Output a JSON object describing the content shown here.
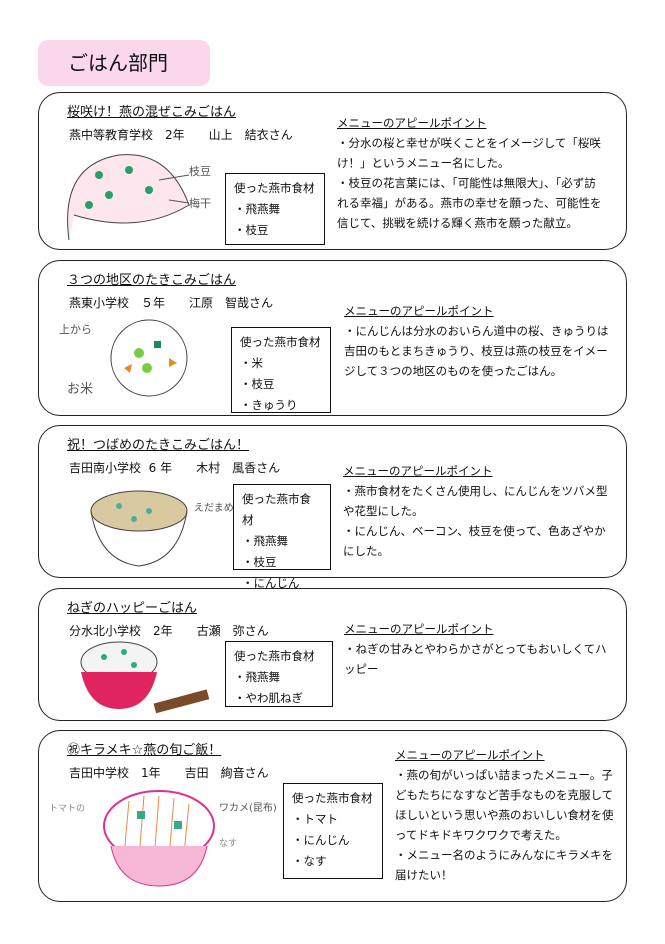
{
  "section_title": "ごはん部門",
  "appeal_heading": "メニューのアピールポイント",
  "ingredients_heading": "使った燕市食材",
  "entries": [
    {
      "title": "桜咲け！燕の混ぜこみごはん",
      "author": "燕中等教育学校　2年　　山上　結衣さん",
      "ingredients": [
        "・飛燕舞",
        "・枝豆"
      ],
      "appeal": [
        "・分水の桜と幸せが咲くことをイメージして「桜咲け！」というメニュー名にした。",
        "・枝豆の花言葉には、「可能性は無限大」、「必ず訪れる幸福」がある。燕市の幸せを願った、可能性を信じて、挑戦を続ける輝く燕市を願った献立。"
      ]
    },
    {
      "title": "３つの地区のたきこみごはん",
      "author": "燕東小学校　５年　　江原　智哉さん",
      "ingredients": [
        "・米",
        "・枝豆",
        "・きゅうり"
      ],
      "appeal": [
        "・にんじんは分水のおいらん道中の桜、きゅうりは吉田のもとまちきゅうり、枝豆は燕の枝豆をイメージして３つの地区のものを使ったごはん。"
      ]
    },
    {
      "title": "祝！つばめのたきこみごはん！",
      "author": "吉田南小学校  6 年　　木村　風香さん",
      "ingredients": [
        "・飛燕舞",
        "・枝豆",
        "・にんじん"
      ],
      "appeal": [
        "・燕市食材をたくさん使用し、にんじんをツバメ型や花型にした。",
        "・にんじん、ベーコン、枝豆を使って、色あざやかにした。"
      ]
    },
    {
      "title": "ねぎのハッピーごはん",
      "author": "分水北小学校　2年　　古瀬　弥さん",
      "ingredients": [
        "・飛燕舞",
        "・やわ肌ねぎ"
      ],
      "appeal": [
        "・ねぎの甘みとやわらかさがとってもおいしくてハッピー"
      ]
    },
    {
      "title": "㊗キラメキ☆燕の旬ご飯！",
      "author": "吉田中学校　1年　　吉田　絢音さん",
      "ingredients": [
        "・トマト",
        "・にんじん",
        "・なす"
      ],
      "appeal": [
        "・燕の旬がいっぱい詰まったメニュー。子どもたちになすなど苦手なものを克服してほしいという思いや燕のおいしい食材を使ってドキドキワクワクで考えた。",
        "・メニュー名のようにみんなにキラメキを届けたい！"
      ]
    }
  ]
}
